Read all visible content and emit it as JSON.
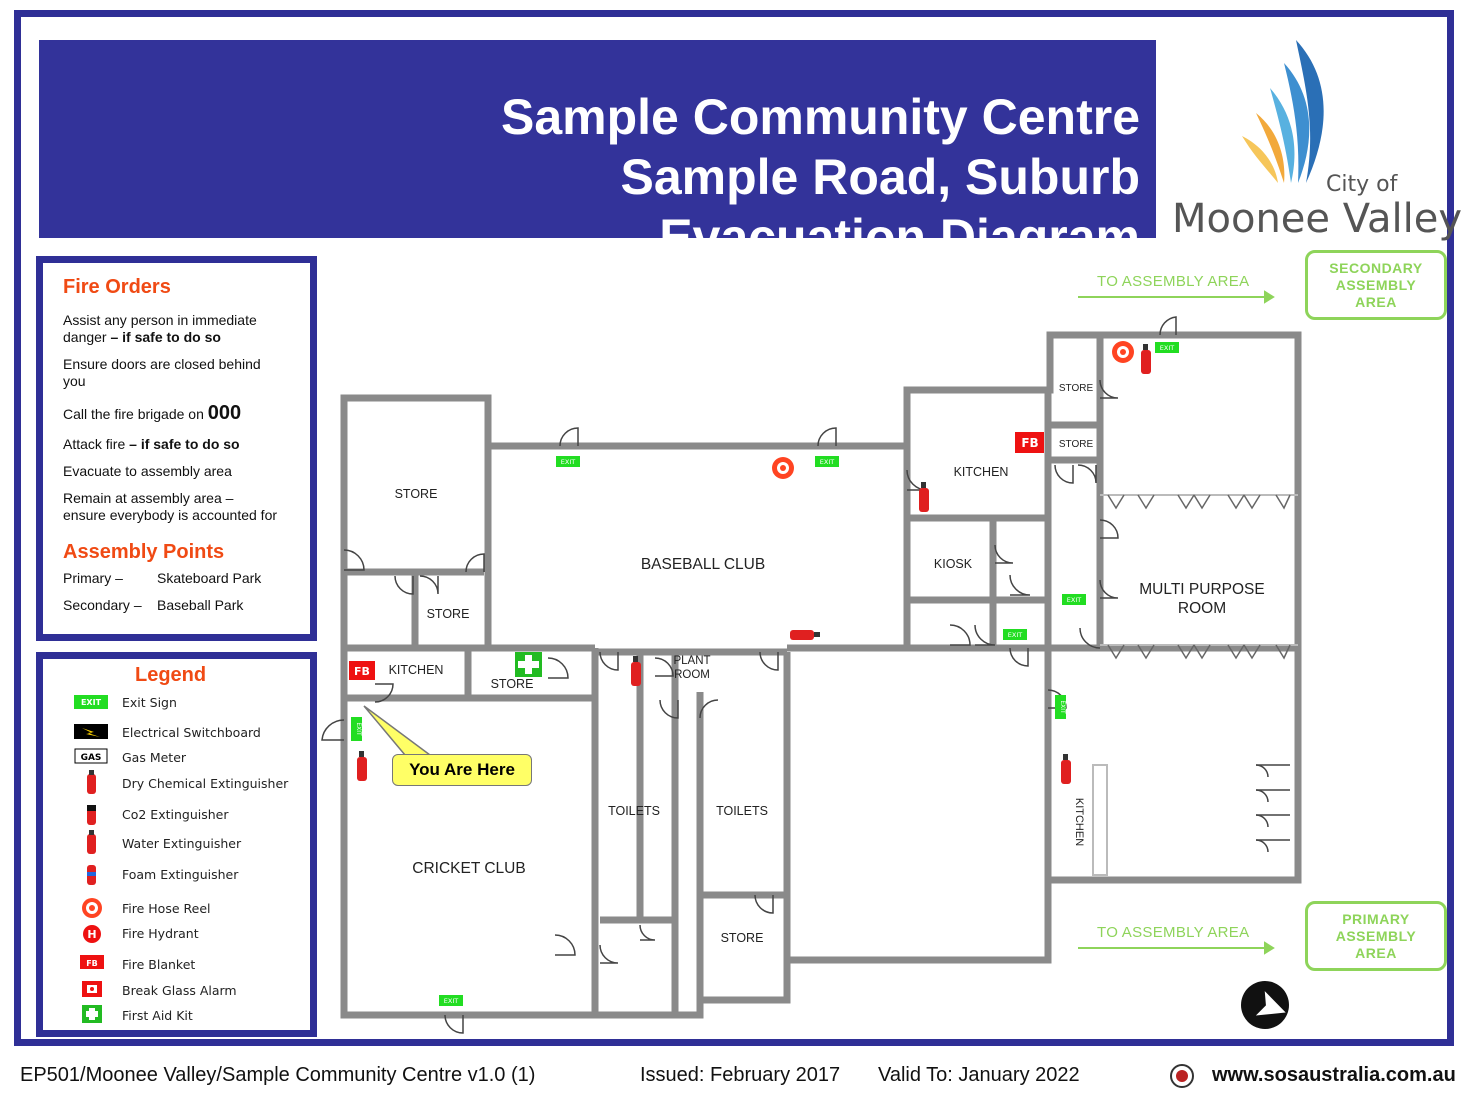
{
  "title": {
    "line1": "Sample Community Centre",
    "line2": "Sample Road, Suburb",
    "line3": "Evacuation Diagram"
  },
  "logo": {
    "city_of": "City of",
    "name": "Moonee Valley"
  },
  "fire_orders": {
    "heading": "Fire Orders",
    "items": [
      {
        "main": "Assist any person in immediate",
        "main2": "danger",
        "bold": "– if safe to do so"
      },
      {
        "main": "Ensure doors are closed behind",
        "main2": "you"
      },
      {
        "main": "Call the fire brigade on",
        "bold": "000"
      },
      {
        "main": "Attack fire",
        "bold": "– if safe to do so"
      },
      {
        "main": "Evacuate to assembly area"
      },
      {
        "main": "Remain at assembly area –",
        "main2": "ensure everybody is accounted for"
      }
    ]
  },
  "assembly_points": {
    "heading": "Assembly Points",
    "primary_label": "Primary –",
    "primary_value": "Skateboard Park",
    "secondary_label": "Secondary –",
    "secondary_value": "Baseball Park"
  },
  "legend": {
    "heading": "Legend",
    "items": [
      {
        "icon": "exit-sign-icon",
        "label": "Exit Sign",
        "tag": "EXIT"
      },
      {
        "icon": "electrical-switchboard-icon",
        "label": "Electrical Switchboard"
      },
      {
        "icon": "gas-meter-icon",
        "label": "Gas Meter",
        "tag": "GAS"
      },
      {
        "icon": "dry-chemical-extinguisher-icon",
        "label": "Dry Chemical Extinguisher"
      },
      {
        "icon": "co2-extinguisher-icon",
        "label": "Co2 Extinguisher"
      },
      {
        "icon": "water-extinguisher-icon",
        "label": "Water Extinguisher"
      },
      {
        "icon": "foam-extinguisher-icon",
        "label": "Foam Extinguisher"
      },
      {
        "icon": "fire-hose-reel-icon",
        "label": "Fire Hose Reel"
      },
      {
        "icon": "fire-hydrant-icon",
        "label": "Fire Hydrant",
        "tag": "H"
      },
      {
        "icon": "fire-blanket-icon",
        "label": "Fire Blanket",
        "tag": "FB"
      },
      {
        "icon": "break-glass-alarm-icon",
        "label": "Break Glass Alarm"
      },
      {
        "icon": "first-aid-kit-icon",
        "label": "First Aid Kit"
      }
    ]
  },
  "rooms": {
    "store_a": "STORE",
    "store_b": "STORE",
    "kitchen_a": "KITCHEN",
    "store_c": "STORE",
    "plant_room_1": "PLANT",
    "plant_room_2": "ROOM",
    "baseball_club": "BASEBALL CLUB",
    "cricket_club": "CRICKET CLUB",
    "toilets_a": "TOILETS",
    "toilets_b": "TOILETS",
    "store_d": "STORE",
    "kitchen_b": "KITCHEN",
    "kiosk": "KIOSK",
    "store_e": "STORE",
    "store_f": "STORE",
    "multi_purpose_1": "MULTI PURPOSE",
    "multi_purpose_2": "ROOM",
    "kitchen_c": "KITCHEN"
  },
  "markers": {
    "exit": "EXIT",
    "fire_blanket": "FB"
  },
  "you_are_here": "You Are Here",
  "assembly": {
    "to_area_top": "TO ASSEMBLY AREA",
    "to_area_bottom": "TO ASSEMBLY AREA",
    "secondary_1": "SECONDARY",
    "secondary_2": "ASSEMBLY",
    "secondary_3": "AREA",
    "primary_1": "PRIMARY",
    "primary_2": "ASSEMBLY",
    "primary_3": "AREA"
  },
  "footer": {
    "doc_ref": "EP501/Moonee Valley/Sample Community Centre v1.0 (1)",
    "issued": "Issued: February  2017",
    "valid": "Valid To: January 2022",
    "website": "www.sosaustralia.com.au"
  },
  "colors": {
    "brand_blue": "#33339a",
    "exit_green": "#22dd22",
    "assembly_green": "#8ed45a",
    "fire_red": "#ee1111",
    "heading_orange": "#f04a14",
    "callout_yellow": "#ffff66"
  }
}
